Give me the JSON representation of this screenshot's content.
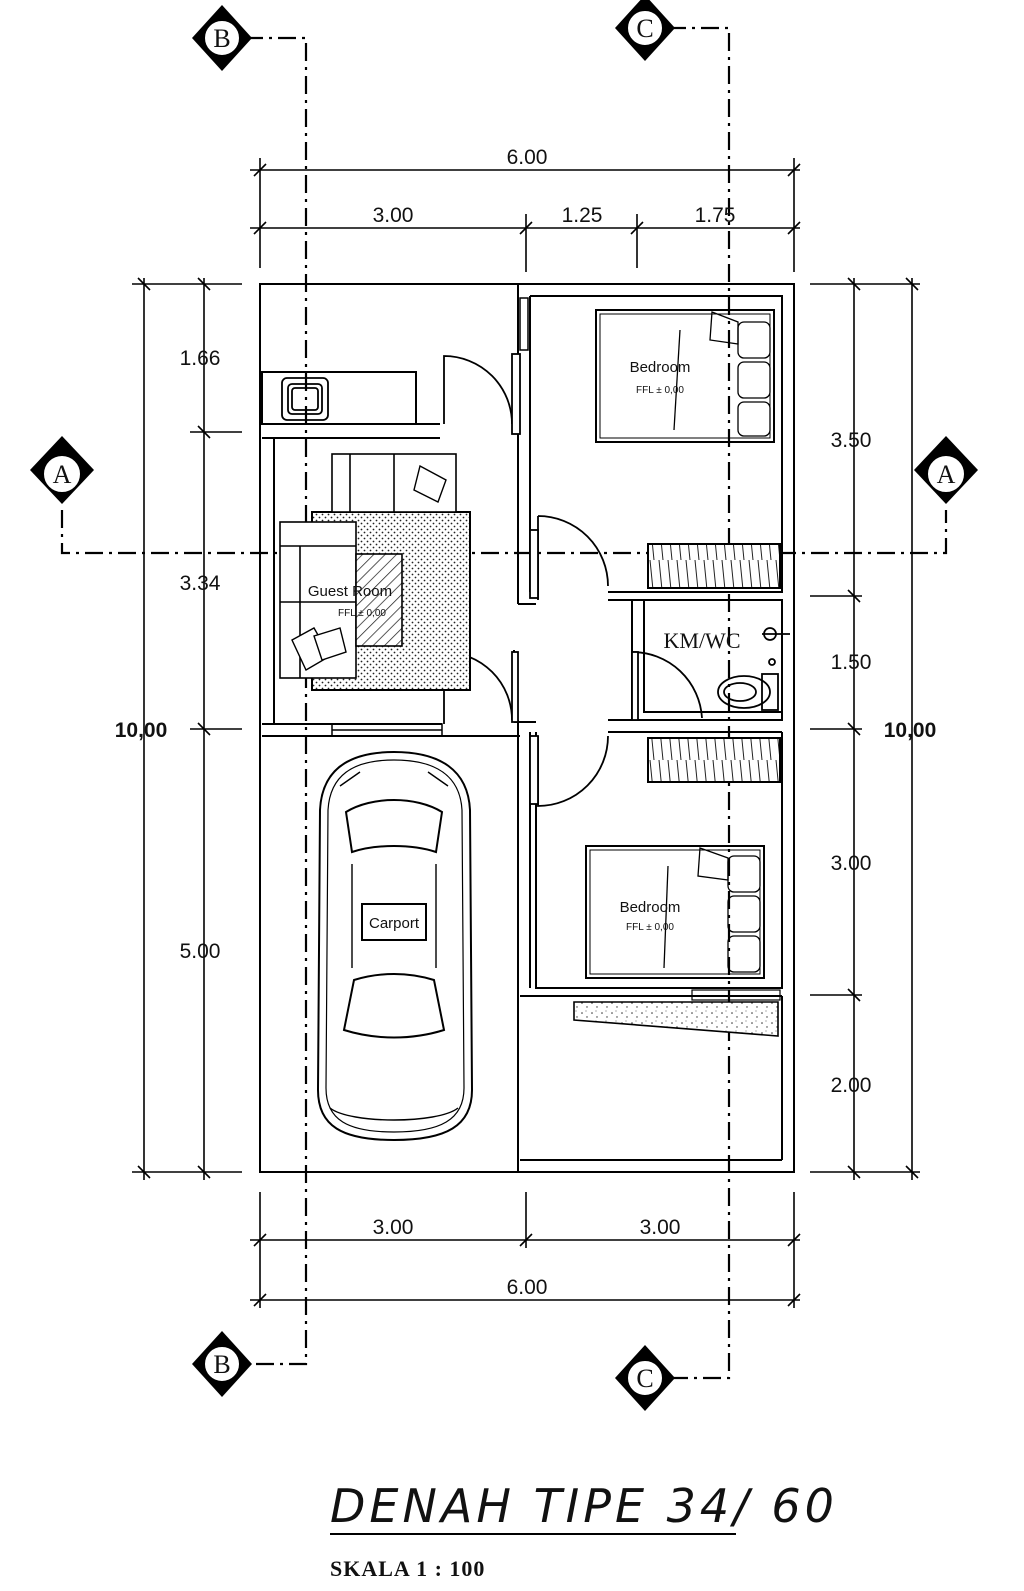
{
  "dimensions": {
    "top_total": "6.00",
    "top_left": "3.00",
    "top_mid": "1.25",
    "top_right": "1.75",
    "bottom_left": "3.00",
    "bottom_right": "3.00",
    "bottom_total": "6.00",
    "left_1": "1.66",
    "left_2": "3.34",
    "left_3": "5.00",
    "left_total": "10,00",
    "right_1": "3.50",
    "right_2": "1.50",
    "right_3": "3.00",
    "right_4": "2.00",
    "right_total": "10,00"
  },
  "rooms": {
    "bedroom_top": "Bedroom",
    "bedroom_top_ffl": "FFL ± 0,00",
    "bedroom_bottom": "Bedroom",
    "bedroom_bottom_ffl": "FFL ± 0,00",
    "guest_room": "Guest Room",
    "guest_room_ffl": "FFL ± 0,00",
    "wc": "KM/WC",
    "carport": "Carport"
  },
  "section_marks": {
    "a_left": "A",
    "a_right": "A",
    "b_top": "B",
    "b_bottom": "B",
    "c_top": "C",
    "c_bottom": "C"
  },
  "title": "DENAH TIPE 34/ 60",
  "scale": "SKALA 1 : 100"
}
